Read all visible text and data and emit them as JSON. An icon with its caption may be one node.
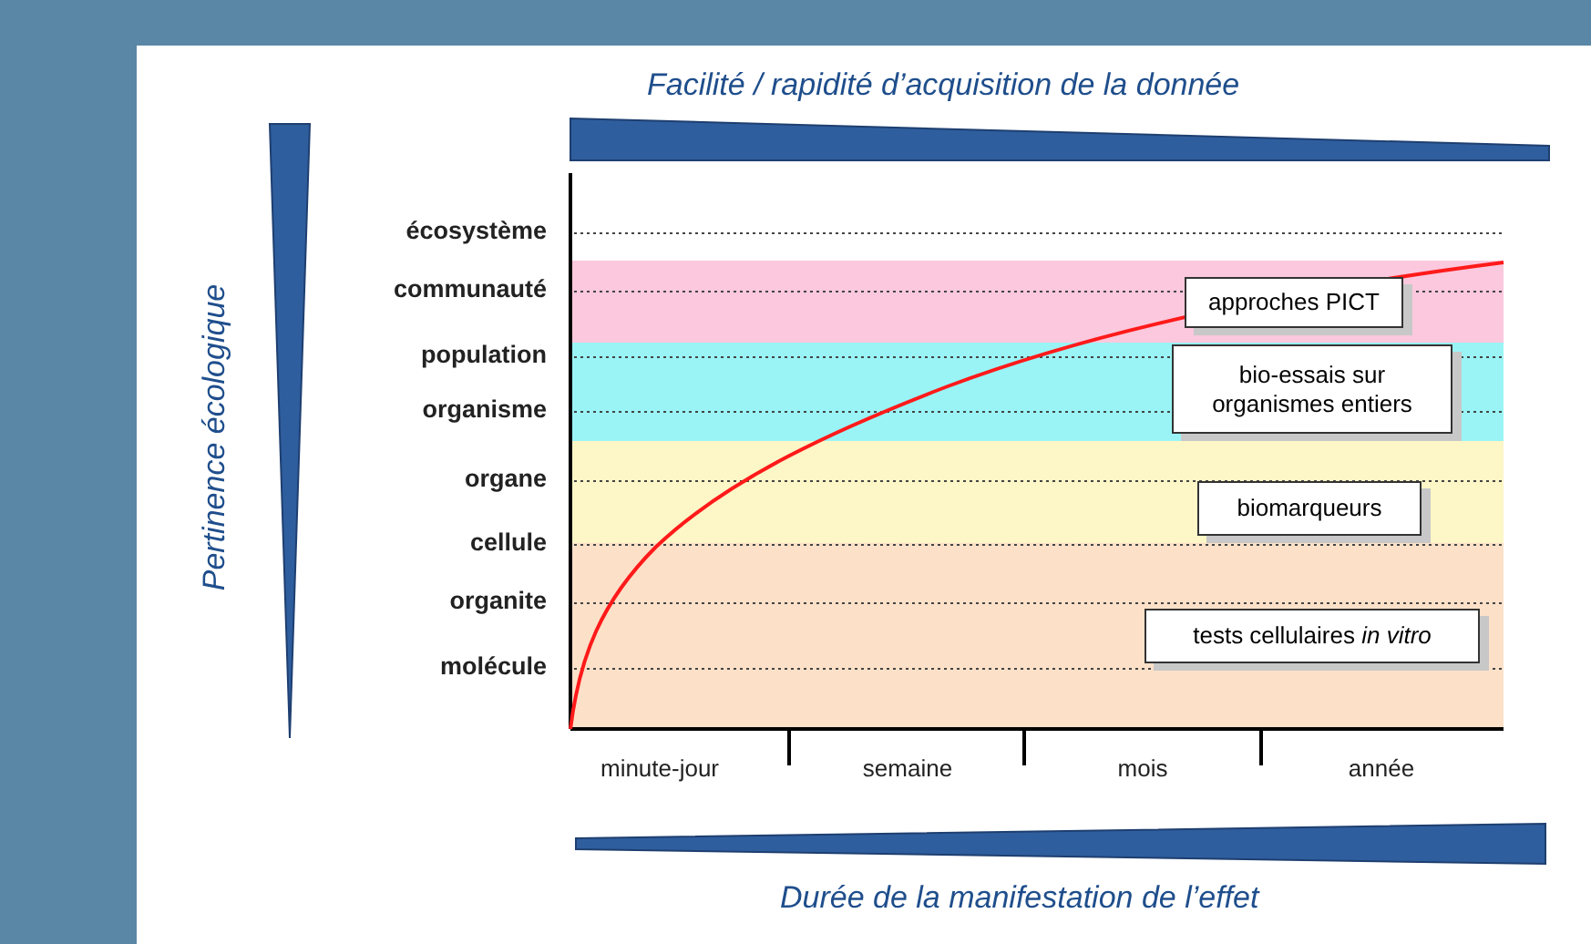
{
  "diagram": {
    "nodes": [
      {
        "text": [
          "approches PICT"
        ]
      },
      {
        "text": [
          "bio-essais sur organismes entiers"
        ]
      },
      {
        "text": [
          "biomarqueurs"
        ]
      },
      {
        "text": [
          "tests cellulaires *in vitro*"
        ]
      }
    ],
    "labels": [
      "Facilité / rapidité d’acquisition de la donnée",
      "Pertinence écologique",
      "écosystème",
      "communauté",
      "population",
      "organisme",
      "organe",
      "cellule",
      "organite",
      "molécule",
      "minute-jour",
      "semaine",
      "mois",
      "année",
      "Durée de la manifestation de l’effet"
    ]
  }
}
